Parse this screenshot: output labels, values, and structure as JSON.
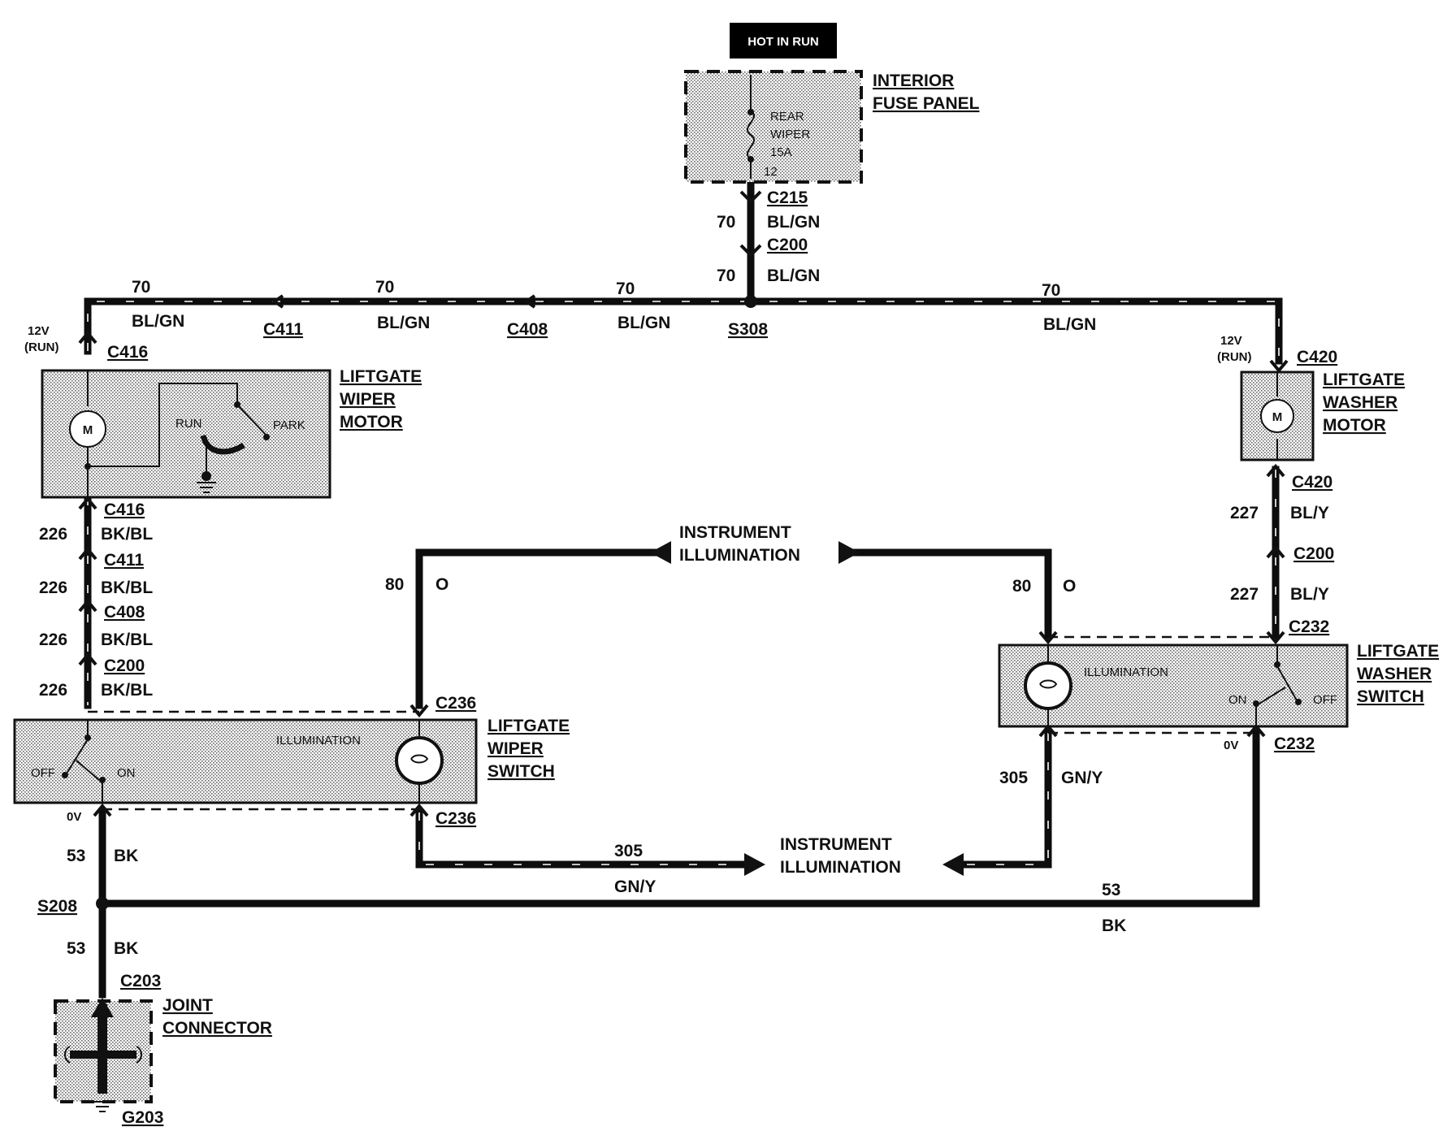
{
  "header": {
    "hot_in_run": "HOT IN RUN"
  },
  "components": {
    "interior_fuse_panel": {
      "line1": "INTERIOR",
      "line2": "FUSE PANEL",
      "fuse_line1": "REAR",
      "fuse_line2": "WIPER",
      "fuse_rating": "15A",
      "fuse_number": "12"
    },
    "liftgate_wiper_motor": {
      "line1": "LIFTGATE",
      "line2": "WIPER",
      "line3": "MOTOR",
      "motor_symbol": "M",
      "run": "RUN",
      "park": "PARK"
    },
    "liftgate_washer_motor": {
      "line1": "LIFTGATE",
      "line2": "WASHER",
      "line3": "MOTOR",
      "motor_symbol": "M"
    },
    "liftgate_wiper_switch": {
      "line1": "LIFTGATE",
      "line2": "WIPER",
      "line3": "SWITCH",
      "illumination": "ILLUMINATION",
      "off": "OFF",
      "on": "ON"
    },
    "liftgate_washer_switch": {
      "line1": "LIFTGATE",
      "line2": "WASHER",
      "line3": "SWITCH",
      "illumination": "ILLUMINATION",
      "off": "OFF",
      "on": "ON"
    },
    "joint_connector": {
      "line1": "JOINT",
      "line2": "CONNECTOR"
    }
  },
  "instrument_illumination": {
    "line1": "INSTRUMENT",
    "line2": "ILLUMINATION"
  },
  "voltage": {
    "v12": "12V",
    "run": "(RUN)",
    "v0": "0V"
  },
  "connectors": {
    "c215": "C215",
    "c200": "C200",
    "s308": "S308",
    "c411": "C411",
    "c408": "C408",
    "c416": "C416",
    "c420": "C420",
    "c232": "C232",
    "c236": "C236",
    "s208": "S208",
    "c203": "C203",
    "g203": "G203"
  },
  "circuits": {
    "c70": {
      "number": "70",
      "color": "BL/GN"
    },
    "c226": {
      "number": "226",
      "color": "BK/BL"
    },
    "c227": {
      "number": "227",
      "color": "BL/Y"
    },
    "c80": {
      "number": "80",
      "color": "O"
    },
    "c305": {
      "number": "305",
      "color": "GN/Y"
    },
    "c53": {
      "number": "53",
      "color": "BK"
    }
  }
}
